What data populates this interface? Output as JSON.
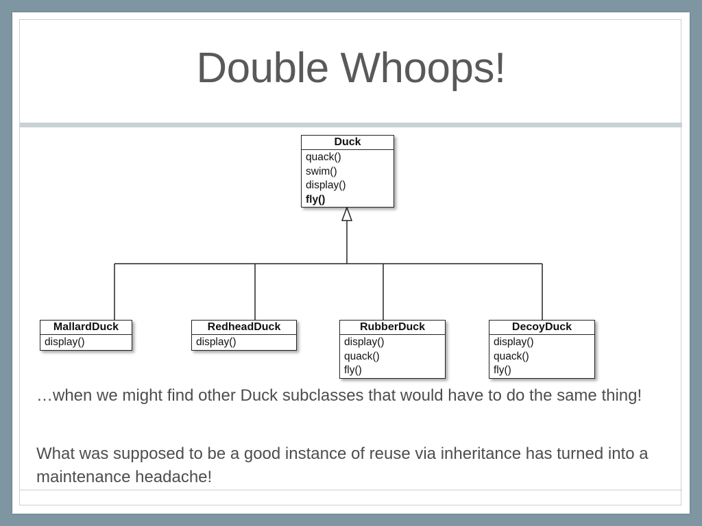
{
  "slide": {
    "title": "Double Whoops!",
    "paragraphs": [
      "…when we might find other Duck subclasses that would have to do the same thing!",
      "What was supposed to be a good instance of reuse via inheritance has turned into a maintenance headache!"
    ]
  },
  "diagram": {
    "superclass": {
      "name": "Duck",
      "methods": [
        "quack()",
        "swim()",
        "display()",
        "fly()"
      ],
      "bold_methods": [
        "fly()"
      ]
    },
    "subclasses": [
      {
        "name": "MallardDuck",
        "methods": [
          "display()"
        ]
      },
      {
        "name": "RedheadDuck",
        "methods": [
          "display()"
        ]
      },
      {
        "name": "RubberDuck",
        "methods": [
          "display()",
          "quack()",
          "fly()"
        ]
      },
      {
        "name": "DecoyDuck",
        "methods": [
          "display()",
          "quack()",
          "fly()"
        ]
      }
    ],
    "relationship": "inheritance"
  },
  "colors": {
    "background_frame": "#7e96a2",
    "title_text": "#595959",
    "body_text": "#4d4d4d",
    "title_rule": "#c9d2d6"
  }
}
